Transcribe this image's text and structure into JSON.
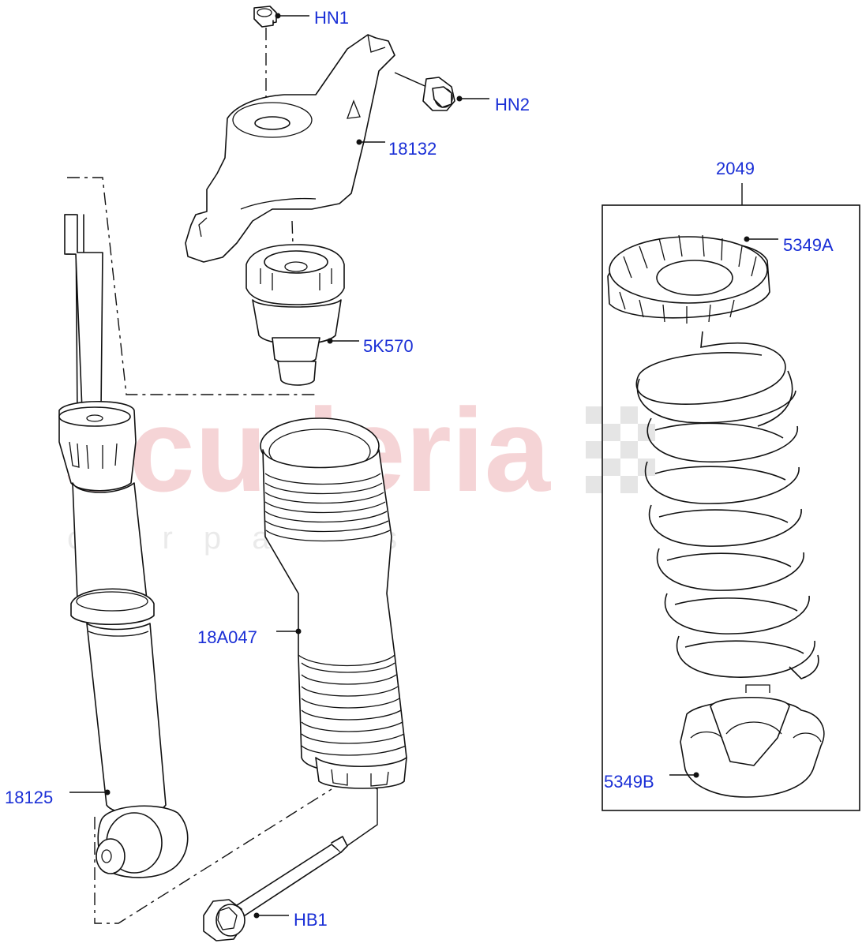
{
  "watermark": {
    "brand": "scuderia",
    "tagline": "c a r   p a r t s",
    "color": "#f2c6c9",
    "tagline_color": "#e6e6e6"
  },
  "callout_color": "#1a2fd6",
  "callouts": {
    "hn1": "HN1",
    "hn2": "HN2",
    "p18132": "18132",
    "p5k570": "5K570",
    "p18a047": "18A047",
    "p18125": "18125",
    "hb1": "HB1",
    "p2049": "2049",
    "p5349a": "5349A",
    "p5349b": "5349B"
  }
}
